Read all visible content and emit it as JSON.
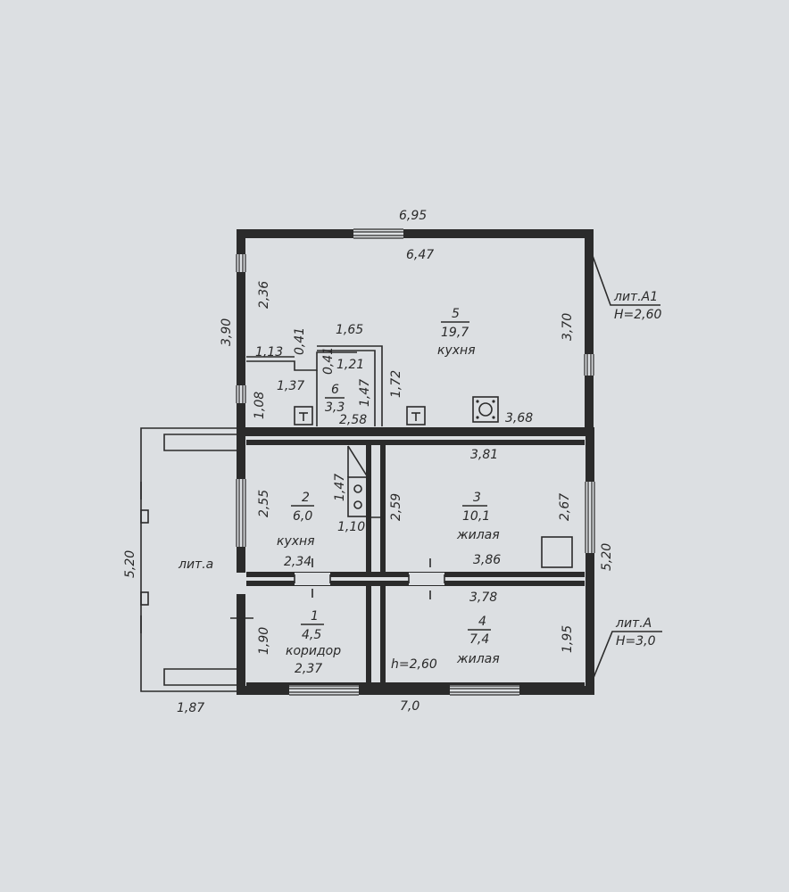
{
  "plan": {
    "top_dims": {
      "outer_width": "6,95",
      "inner_width": "6,47",
      "left_outer_height": "3,90",
      "left_inner_height": "2,36",
      "right_height": "3,70"
    },
    "lit_a1": {
      "label": "лит.А1",
      "height": "Н=2,60"
    },
    "lit_A": {
      "label": "лит.А",
      "height": "Н=3,0"
    },
    "lit_a_small": {
      "label": "лит.а"
    },
    "rooms": [
      {
        "number": "5",
        "area": "19,7",
        "name": "кухня"
      },
      {
        "number": "6",
        "area": "3,3",
        "name": ""
      },
      {
        "number": "2",
        "area": "6,0",
        "name": "кухня"
      },
      {
        "number": "3",
        "area": "10,1",
        "name": "жилая"
      },
      {
        "number": "1",
        "area": "4,5",
        "name": "коридор"
      },
      {
        "number": "4",
        "area": "7,4",
        "name": "жилая"
      }
    ],
    "dims": {
      "d_1_65": "1,65",
      "d_0_41a": "0,41",
      "d_1_13": "1,13",
      "d_0_41b": "0,41",
      "d_1_21": "1,21",
      "d_1_37": "1,37",
      "d_1_47a": "1,47",
      "d_1_72": "1,72",
      "d_1_08": "1,08",
      "d_2_58": "2,58",
      "d_3_68": "3,68",
      "d_3_81": "3,81",
      "d_1_47b": "1,47",
      "d_2_55": "2,55",
      "d_2_59": "2,59",
      "d_1_10": "1,10",
      "d_2_67": "2,67",
      "d_2_34": "2,34",
      "d_3_86": "3,86",
      "d_3_78": "3,78",
      "d_5_20_left": "5,20",
      "d_5_20_right": "5,20",
      "d_1_90": "1,90",
      "d_1_95": "1,95",
      "d_2_37": "2,37",
      "h_2_60": "h=2,60",
      "d_1_87": "1,87",
      "d_7_0": "7,0"
    }
  }
}
